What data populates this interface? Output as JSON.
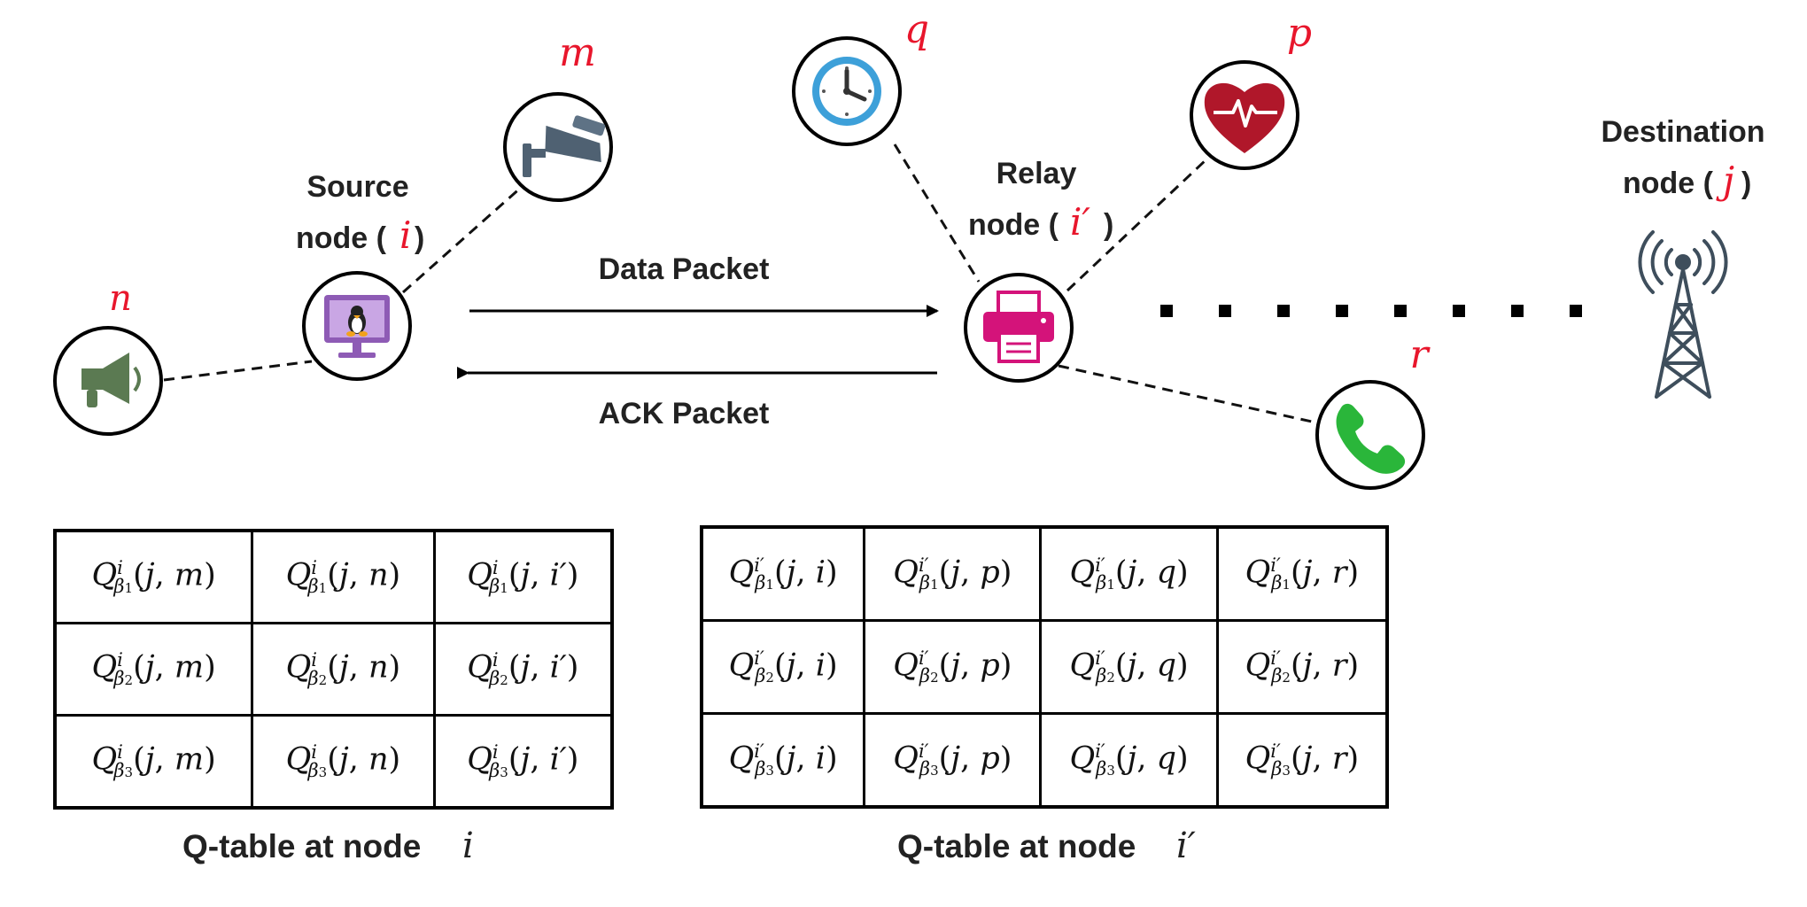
{
  "nodes": {
    "source": {
      "label_line1": "Source",
      "label_line2": "node (",
      "var": "i",
      "close": ")",
      "icon": "linux-monitor-icon"
    },
    "relay": {
      "label_line1": "Relay",
      "label_line2": "node (",
      "var": "i′",
      "close": ")",
      "icon": "printer-icon"
    },
    "destination": {
      "label_line1": "Destination",
      "label_line2": "node (",
      "var": "j",
      "close": ")",
      "icon": "radio-tower-icon"
    },
    "n": {
      "var": "n",
      "icon": "megaphone-icon"
    },
    "m": {
      "var": "m",
      "icon": "security-camera-icon"
    },
    "q": {
      "var": "q",
      "icon": "clock-icon"
    },
    "p": {
      "var": "p",
      "icon": "heart-rate-icon"
    },
    "r": {
      "var": "r",
      "icon": "phone-icon"
    }
  },
  "links": {
    "data_packet": "Data Packet",
    "ack_packet": "ACK Packet"
  },
  "qtable_i": {
    "caption_text": "Q-table at node ",
    "caption_var": "i",
    "owner": "i",
    "rows": [
      "1",
      "2",
      "3"
    ],
    "cols": [
      "m",
      "n",
      "i′"
    ]
  },
  "qtable_ip": {
    "caption_text": "Q-table at node ",
    "caption_var": "i′",
    "owner": "i′",
    "rows": [
      "1",
      "2",
      "3"
    ],
    "cols": [
      "i",
      "p",
      "q",
      "r"
    ]
  },
  "colors": {
    "math_red": "#e8162c",
    "linux_purple": "#8e5bb5",
    "printer_pink": "#d4137a",
    "heart_red": "#b0172a",
    "phone_green": "#2ab63a",
    "clock_blue": "#3da0d9",
    "camera_slate": "#4f6172",
    "megaphone_green": "#5b7a52",
    "tower_slate": "#3e4e5c"
  }
}
